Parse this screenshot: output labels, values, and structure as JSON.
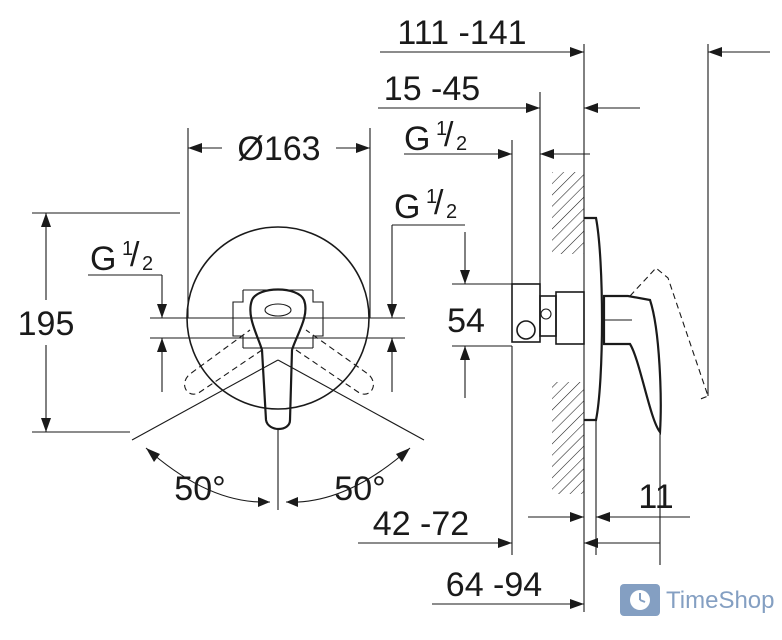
{
  "dimensions": {
    "diameter": "Ø163",
    "height": "195",
    "thread_left": {
      "base": "G",
      "num": "1",
      "den": "2"
    },
    "thread_right": {
      "base": "G",
      "num": "1",
      "den": "2"
    },
    "thread_side": {
      "base": "G",
      "num": "1",
      "den": "2"
    },
    "angle_left": "50°",
    "angle_right": "50°",
    "range_total": "111 -141",
    "range_body": "15 -45",
    "height_body": "54",
    "range_bottom_inner": "42 -72",
    "range_bottom_outer": "64 -94",
    "plate_depth": "11"
  },
  "watermark": {
    "text": "TimeShop"
  },
  "colors": {
    "line": "#1a1a1a",
    "watermark": "#6f8fb8"
  }
}
